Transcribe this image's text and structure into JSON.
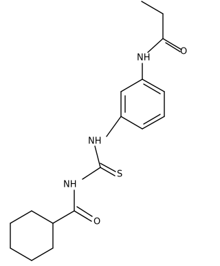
{
  "molecule": {
    "atoms": {
      "nh_amide_top": "NH",
      "o_amide_top": "O",
      "nh_thiourea_aryl": "NH",
      "s_thiourea": "S",
      "nh_thiourea_acyl": "NH",
      "o_amide_bottom": "O"
    }
  }
}
